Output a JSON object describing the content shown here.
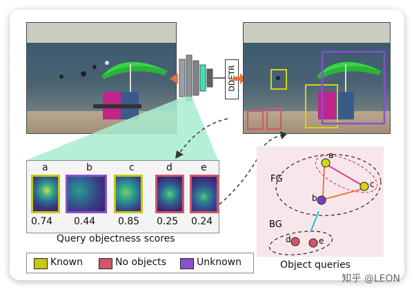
{
  "detector_label": "DDETR",
  "queries": [
    {
      "letter": "a",
      "score": "0.74",
      "class": "known",
      "border": "#c6c812"
    },
    {
      "letter": "b",
      "score": "0.44",
      "class": "unknown",
      "border": "#8a4fd0"
    },
    {
      "letter": "c",
      "score": "0.85",
      "class": "known",
      "border": "#c6c812"
    },
    {
      "letter": "d",
      "score": "0.25",
      "class": "no-object",
      "border": "#d1566a"
    },
    {
      "letter": "e",
      "score": "0.24",
      "class": "no-object",
      "border": "#d1566a"
    }
  ],
  "query_caption": "Query objectness scores",
  "legend": [
    {
      "label": "Known",
      "color": "#c6c812"
    },
    {
      "label": "No objects",
      "color": "#d1566a"
    },
    {
      "label": "Unknown",
      "color": "#8a4fd0"
    }
  ],
  "object_queries": {
    "caption": "Object queries",
    "fg_label": "FG",
    "bg_label": "BG",
    "nodes": [
      {
        "letter": "a",
        "color": "#d4d414"
      },
      {
        "letter": "c",
        "color": "#d4d414"
      },
      {
        "letter": "b",
        "color": "#7a3fc8"
      },
      {
        "letter": "d",
        "color": "#d1566a"
      },
      {
        "letter": "e",
        "color": "#d1566a"
      }
    ]
  },
  "watermark": "知乎 @LEON",
  "colors": {
    "accent_green": "#a9ecd0",
    "arrow_orange": "#e8703a"
  }
}
